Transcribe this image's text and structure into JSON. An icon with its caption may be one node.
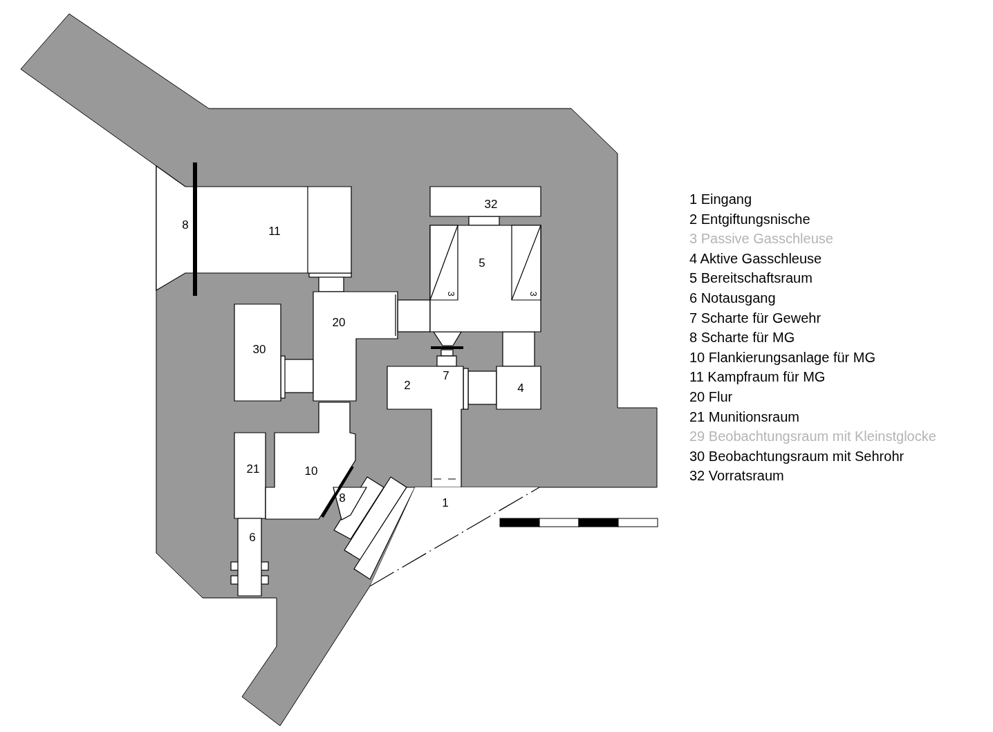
{
  "diagram": {
    "nodes": [
      {
        "text": [
          "8"
        ]
      },
      {
        "text": [
          "11"
        ]
      },
      {
        "text": [
          "32"
        ]
      },
      {
        "text": [
          "5"
        ]
      },
      {
        "text": [
          "3"
        ],
        "in": 3
      },
      {
        "text": [
          "3"
        ],
        "in": 3
      },
      {
        "text": [
          "30"
        ]
      },
      {
        "text": [
          "20"
        ]
      },
      {
        "text": [
          "2"
        ]
      },
      {
        "text": [
          "4"
        ]
      },
      {
        "text": [
          "21"
        ]
      },
      {
        "text": [
          "10"
        ]
      },
      {
        "text": [
          "8"
        ]
      },
      {
        "text": [
          "1"
        ]
      },
      {
        "text": [
          "6"
        ]
      }
    ],
    "edges": [],
    "labels": [
      "7",
      "1 Eingang",
      "2 Entgiftungsnische",
      "3 Passive Gasschleuse",
      "4 Aktive Gasschleuse",
      "5 Bereitschaftsraum",
      "6 Notausgang",
      "7 Scharte für Gewehr",
      "8 Scharte für MG",
      "10 Flankierungsanlage für MG",
      "11 Kampfraum für MG",
      "20 Flur",
      "21 Munitionsraum",
      "29 Beobachtungsraum mit Kleinstglocke",
      "30 Beobachtungsraum mit Sehrohr",
      "32 Vorratsraum"
    ]
  }
}
